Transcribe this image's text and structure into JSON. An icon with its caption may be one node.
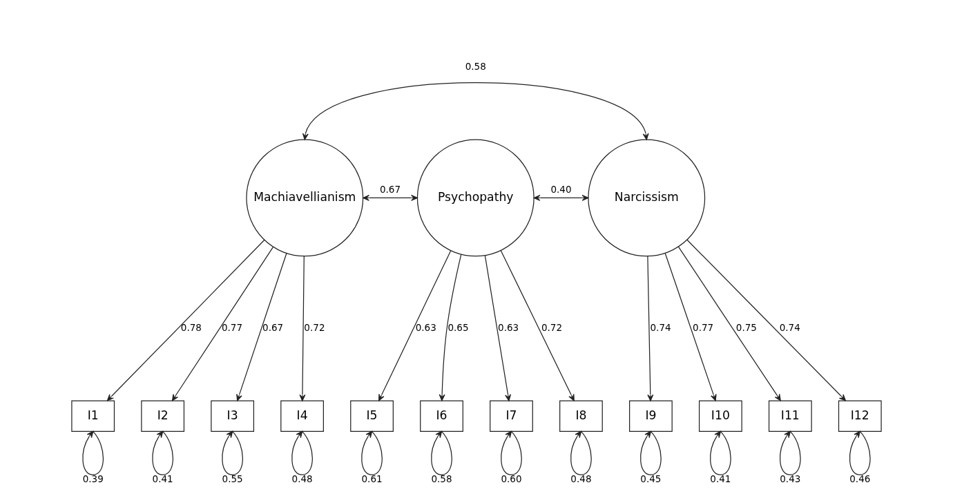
{
  "diagram": {
    "nodes": [
      {
        "text": [
          "Machiavellianism"
        ]
      },
      {
        "text": [
          "Psychopathy"
        ]
      },
      {
        "text": [
          "Narcissism"
        ]
      },
      {
        "text": [
          "I1"
        ]
      },
      {
        "text": [
          "I2"
        ]
      },
      {
        "text": [
          "I3"
        ]
      },
      {
        "text": [
          "I4"
        ]
      },
      {
        "text": [
          "I5"
        ]
      },
      {
        "text": [
          "I6"
        ]
      },
      {
        "text": [
          "I7"
        ]
      },
      {
        "text": [
          "I8"
        ]
      },
      {
        "text": [
          "I9"
        ]
      },
      {
        "text": [
          "I10"
        ]
      },
      {
        "text": [
          "I11"
        ]
      },
      {
        "text": [
          "I12"
        ]
      }
    ],
    "edges": [
      {
        "from": 0,
        "to": 2,
        "arrow": "both",
        "label": "0.58"
      },
      {
        "from": 0,
        "to": 1,
        "arrow": "both",
        "label": "0.67"
      },
      {
        "from": 1,
        "to": 2,
        "arrow": "both",
        "label": "0.40"
      },
      {
        "from": 0,
        "to": 3,
        "arrow": "to",
        "label": "0.78"
      },
      {
        "from": 0,
        "to": 4,
        "arrow": "to",
        "label": "0.77"
      },
      {
        "from": 0,
        "to": 5,
        "arrow": "to",
        "label": "0.67"
      },
      {
        "from": 0,
        "to": 6,
        "arrow": "to",
        "label": "0.72"
      },
      {
        "from": 1,
        "to": 7,
        "arrow": "to",
        "label": "0.63"
      },
      {
        "from": 1,
        "to": 8,
        "arrow": "to",
        "label": "0.65"
      },
      {
        "from": 1,
        "to": 9,
        "arrow": "to",
        "label": "0.63"
      },
      {
        "from": 1,
        "to": 10,
        "arrow": "to",
        "label": "0.72"
      },
      {
        "from": 2,
        "to": 11,
        "arrow": "to",
        "label": "0.74"
      },
      {
        "from": 2,
        "to": 12,
        "arrow": "to",
        "label": "0.77"
      },
      {
        "from": 2,
        "to": 13,
        "arrow": "to",
        "label": "0.75"
      },
      {
        "from": 2,
        "to": 14,
        "arrow": "to",
        "label": "0.74"
      },
      {
        "from": 3,
        "to": 3,
        "arrow": "to",
        "label": "0.39"
      },
      {
        "from": 4,
        "to": 4,
        "arrow": "to",
        "label": "0.41"
      },
      {
        "from": 5,
        "to": 5,
        "arrow": "to",
        "label": "0.55"
      },
      {
        "from": 6,
        "to": 6,
        "arrow": "to",
        "label": "0.48"
      },
      {
        "from": 7,
        "to": 7,
        "arrow": "to",
        "label": "0.61"
      },
      {
        "from": 8,
        "to": 8,
        "arrow": "to",
        "label": "0.58"
      },
      {
        "from": 9,
        "to": 9,
        "arrow": "to",
        "label": "0.60"
      },
      {
        "from": 10,
        "to": 10,
        "arrow": "to",
        "label": "0.48"
      },
      {
        "from": 11,
        "to": 11,
        "arrow": "to",
        "label": "0.45"
      },
      {
        "from": 12,
        "to": 12,
        "arrow": "to",
        "label": "0.41"
      },
      {
        "from": 13,
        "to": 13,
        "arrow": "to",
        "label": "0.43"
      },
      {
        "from": 14,
        "to": 14,
        "arrow": "to",
        "label": "0.46"
      }
    ]
  }
}
